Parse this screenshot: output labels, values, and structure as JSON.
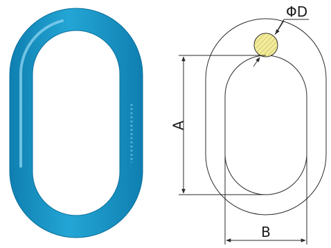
{
  "colors": {
    "ring_fill": "#23a6d5",
    "ring_highlight": "#8fd6f1",
    "ring_shadow": "#0f7fb0",
    "section_fill": "#f2ec9b",
    "line": "#2a2a2a",
    "background": "#ffffff"
  },
  "photo": {
    "icon": "master-link-ring-icon"
  },
  "drawing": {
    "label_a": "A",
    "label_b": "B",
    "label_d": "ΦD"
  }
}
